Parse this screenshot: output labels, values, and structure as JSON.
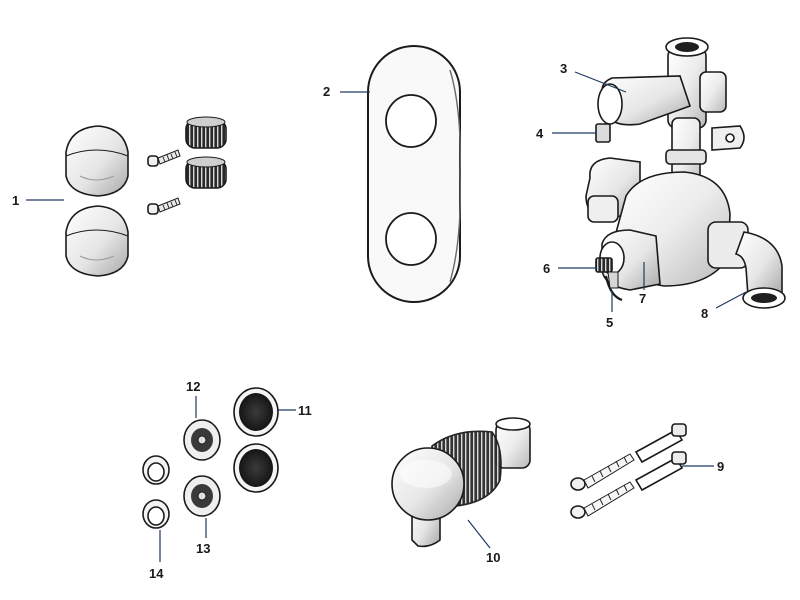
{
  "diagram": {
    "labels": {
      "p1": "1",
      "p2": "2",
      "p3": "3",
      "p4": "4",
      "p5": "5",
      "p6": "6",
      "p7": "7",
      "p8": "8",
      "p9": "9",
      "p10": "10",
      "p11": "11",
      "p12": "12",
      "p13": "13",
      "p14": "14"
    }
  }
}
